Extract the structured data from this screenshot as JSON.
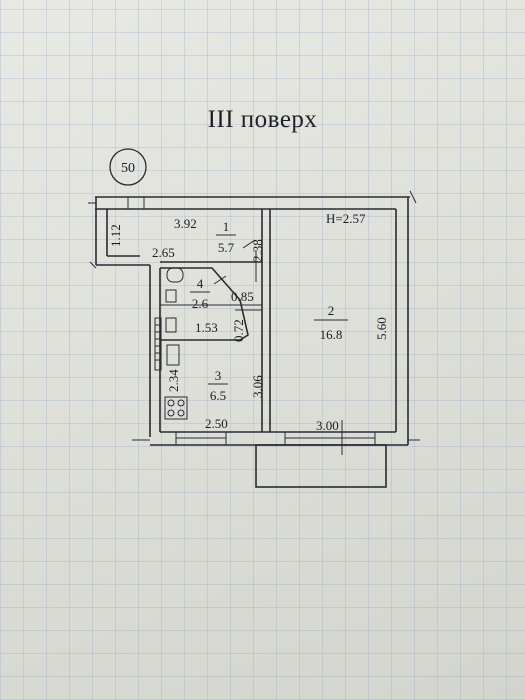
{
  "floor_title": "III поверх",
  "apartment_number": "50",
  "height_label": "H=2.57",
  "rooms": [
    {
      "number": "1",
      "area": "5.7"
    },
    {
      "number": "2",
      "area": "16.8"
    },
    {
      "number": "3",
      "area": "6.5"
    },
    {
      "number": "4",
      "area": "2.6"
    }
  ],
  "dimensions": {
    "d_392": "3.92",
    "d_112": "1.12",
    "d_265": "2.65",
    "d_238": "2.38",
    "d_085": "0.85",
    "d_072": "0.72",
    "d_153": "1.53",
    "d_234": "2.34",
    "d_306": "3.06",
    "d_250": "2.50",
    "d_300": "3.00",
    "d_560": "5.60"
  }
}
